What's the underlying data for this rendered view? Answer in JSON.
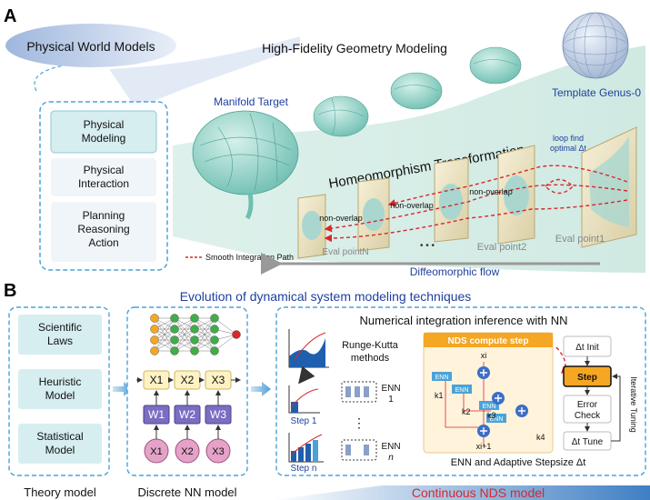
{
  "panel_a": {
    "letter": "A",
    "world_models_title": "Physical World Models",
    "model_items": [
      "Physical Modeling",
      "Physical Interaction",
      "Planning Reasoning Action"
    ],
    "geometry_title": "High-Fidelity Geometry Modeling",
    "manifold_target": "Manifold Target",
    "template_label": "Template Genus-0",
    "homeomorphism": "Homeomorphism Transformation",
    "loop_note": "loop find optimal Δt",
    "non_overlap": [
      "non-overlap",
      "non-overlap",
      "non-overlap"
    ],
    "eval_points": [
      "Eval pointN",
      "Eval point2",
      "Eval point1"
    ],
    "ellipsis": "• • •",
    "legend": "Smooth Integration Path",
    "flow_label": "Diffeomorphic flow"
  },
  "panel_b": {
    "letter": "B",
    "title": "Evolution of dynamical system modeling techniques",
    "theory_items": [
      "Scientific Laws",
      "Heuristic Model",
      "Statistical Model"
    ],
    "nn_x_top": [
      "X1",
      "X2",
      "X3"
    ],
    "nn_w": [
      "W1",
      "W2",
      "W3"
    ],
    "nn_x_bottom": [
      "X1",
      "X2",
      "X3"
    ],
    "numerical_title": "Numerical integration inference with NN",
    "rk_label": "Runge-Kutta methods",
    "step1": "Step 1",
    "stepn": "Step n",
    "enn1": "ENN 1",
    "ennn": "ENN n",
    "nds_step_title": "NDS compute step",
    "enn_tag": "ENN",
    "xi": "xi",
    "xi1": "xi+1",
    "k_labels": [
      "k1",
      "k2",
      "k3",
      "k4"
    ],
    "dt_init": "Δt Init",
    "step_box": "Step",
    "error_check": "Error Check",
    "dt_tune": "Δt Tune",
    "iterative": "Iterative Tuning",
    "enn_caption": "ENN and Adaptive Stepsize Δt",
    "bottom_labels": [
      "Theory model",
      "Discrete NN model",
      "Continuous NDS model"
    ]
  },
  "colors": {
    "blue_text": "#1f3f9e",
    "red_text": "#d9262d",
    "teal_box": "#d7eef0",
    "panel_border": "#4aa3d8",
    "step_orange": "#f5a623",
    "brain": "#9ed8cf"
  }
}
